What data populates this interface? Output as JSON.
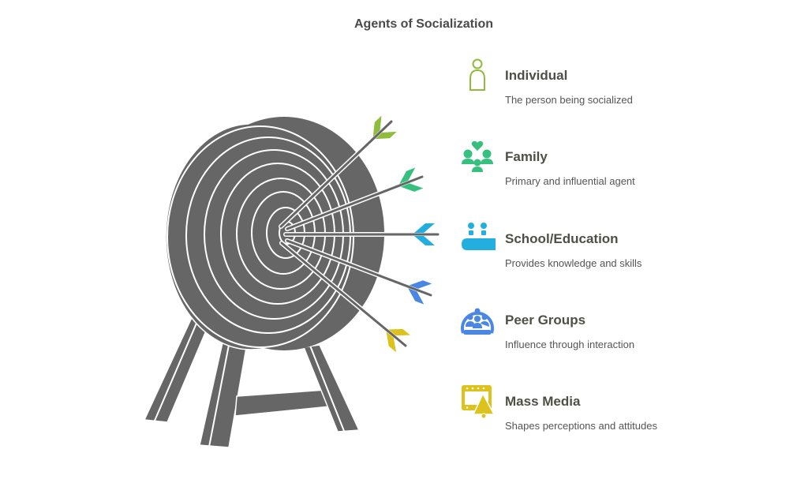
{
  "title": "Agents of Socialization",
  "agents": [
    {
      "label": "Individual",
      "description": "The person being socialized",
      "icon": "person-icon",
      "color": "#8fbc3b"
    },
    {
      "label": "Family",
      "description": "Primary and influential agent",
      "icon": "family-icon",
      "color": "#36c07e"
    },
    {
      "label": "School/Education",
      "description": "Provides knowledge and skills",
      "icon": "classroom-icon",
      "color": "#23aee0"
    },
    {
      "label": "Peer Groups",
      "description": "Influence through interaction",
      "icon": "peer-group-icon",
      "color": "#4a86e4"
    },
    {
      "label": "Mass Media",
      "description": "Shapes perceptions and attitudes",
      "icon": "media-megaphone-icon",
      "color": "#dcc21a"
    }
  ],
  "target": {
    "color": "#666666",
    "ring_color": "#ffffff"
  }
}
